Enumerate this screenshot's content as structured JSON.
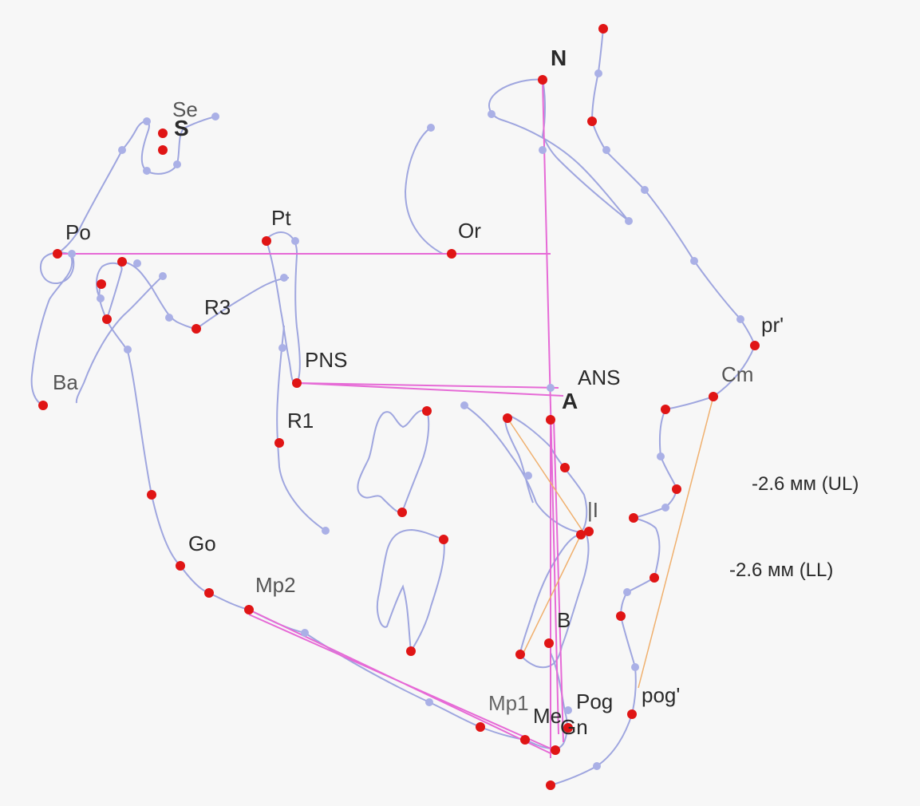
{
  "colors": {
    "background": "#f7f7f7",
    "landmark": "#e01515",
    "control_point": "#aab0e6",
    "contour": "#9fa6df",
    "reference_line": "#e66ad6",
    "esthetic_line": "#f0b06e"
  },
  "labels": {
    "N": "N",
    "Se": "Se",
    "S": "S",
    "Po": "Po",
    "Pt": "Pt",
    "Or": "Or",
    "R3": "R3",
    "Ba": "Ba",
    "PNS": "PNS",
    "ANS": "ANS",
    "A": "A",
    "R1": "R1",
    "pr": "pr'",
    "Cm": "Cm",
    "Go": "Go",
    "Mp2": "Mp2",
    "B": "B",
    "Mp1": "Mp1",
    "Me": "Me",
    "Gn": "Gn",
    "Pog": "Pog",
    "pog_soft": "pog'",
    "incisor": "|I"
  },
  "measurements": {
    "upper_lip": "-2.6 мм (UL)",
    "lower_lip": "-2.6 мм (LL)"
  }
}
